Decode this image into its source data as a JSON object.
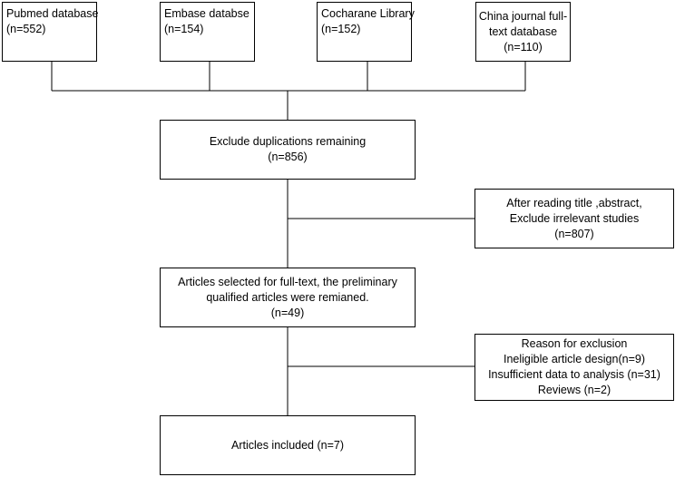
{
  "sources": [
    {
      "lines": [
        "Pubmed database",
        "(n=552)"
      ]
    },
    {
      "lines": [
        "Embase databse",
        "(n=154)"
      ]
    },
    {
      "lines": [
        "Cocharane Library",
        "(n=152)"
      ]
    },
    {
      "lines": [
        "China journal full-",
        "text database",
        "(n=110)"
      ]
    }
  ],
  "dedup": {
    "lines": [
      "Exclude duplications remaining",
      "(n=856)"
    ]
  },
  "screen_exclude": {
    "lines": [
      "After reading title ,abstract,",
      "Exclude irrelevant studies",
      "(n=807)"
    ]
  },
  "fulltext": {
    "lines": [
      "Articles selected for full-text, the preliminary",
      "qualified articles were remianed.",
      "(n=49)"
    ]
  },
  "fulltext_exclude": {
    "lines": [
      "Reason for exclusion",
      "Ineligible article design(n=9)",
      "Insufficient data to analysis (n=31)",
      "Reviews (n=2)"
    ]
  },
  "included": {
    "lines": [
      "Articles included (n=7)"
    ]
  }
}
